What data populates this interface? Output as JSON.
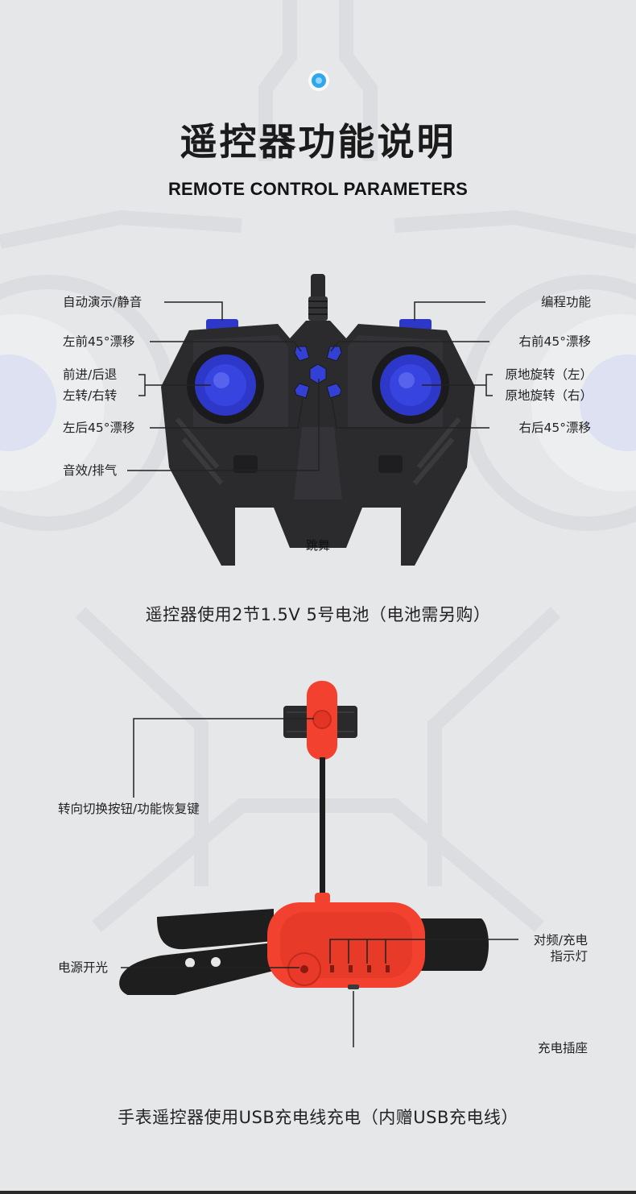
{
  "header": {
    "title_cn": "遥控器功能说明",
    "title_en": "REMOTE CONTROL PARAMETERS"
  },
  "remote": {
    "labels": {
      "auto_demo": "自动演示/静音",
      "program": "编程功能",
      "front_left_drift": "左前45°漂移",
      "front_right_drift": "右前45°漂移",
      "forward_back": "前进/后退",
      "turn": "左转/右转",
      "spin_left": "原地旋转（左）",
      "spin_right": "原地旋转（右）",
      "rear_left_drift": "左后45°漂移",
      "rear_right_drift": "右后45°漂移",
      "sound_exhaust": "音效/排气",
      "brand_mark": "跳舞"
    },
    "caption": "遥控器使用2节1.5V 5号电池（电池需另购）"
  },
  "watch": {
    "labels": {
      "switch_button": "转向切换按钮/功能恢复键",
      "power_switch": "电源开光",
      "indicator_line1": "对频/充电",
      "indicator_line2": "指示灯",
      "charge_port": "充电插座"
    },
    "caption": "手表遥控器使用USB充电线充电（内赠USB充电线）"
  },
  "colors": {
    "background": "#e6e7e9",
    "remote_body": "#2b2b2d",
    "button_blue": "#2d38c8",
    "watch_red": "#f2412f",
    "strap": "#1e1e1e",
    "indicator_led": "#2fa6ee"
  }
}
